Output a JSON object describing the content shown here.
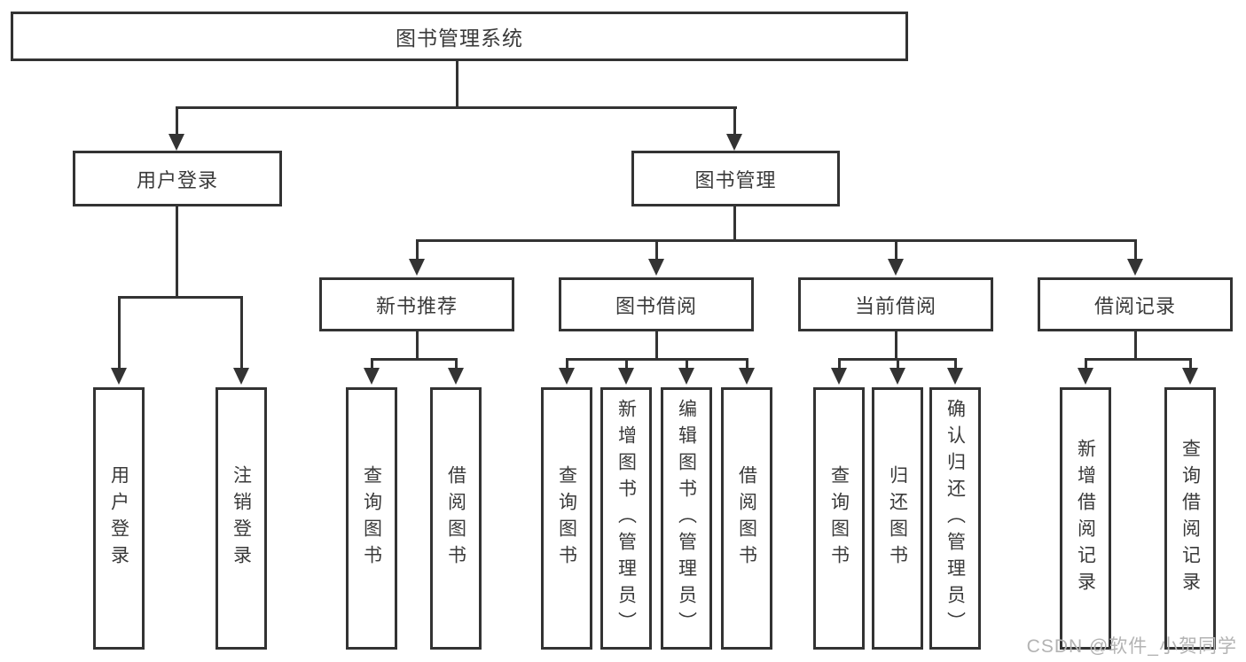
{
  "nodes": {
    "root": "图书管理系统",
    "user_login": "用户登录",
    "book_mgmt": "图书管理",
    "new_book_rec": "新书推荐",
    "book_borrow": "图书借阅",
    "current_borrow": "当前借阅",
    "borrow_record": "借阅记录",
    "leaf_user_login": "用户登录",
    "leaf_logout": "注销登录",
    "leaf_nb_query": "查询图书",
    "leaf_nb_borrow": "借阅图书",
    "leaf_bb_query": "查询图书",
    "leaf_bb_add": "新增图书（管理员）",
    "leaf_bb_edit": "编辑图书（管理员）",
    "leaf_bb_borrow": "借阅图书",
    "leaf_cb_query": "查询图书",
    "leaf_cb_return": "归还图书",
    "leaf_cb_confirm": "确认归还（管理员）",
    "leaf_br_add": "新增借阅记录",
    "leaf_br_query": "查询借阅记录"
  },
  "watermark": "CSDN @软件_小贺同学",
  "colors": {
    "line": "#333333",
    "box_border": "#333333",
    "text": "#3a3a3a",
    "watermark": "#b3b3b3",
    "background": "#ffffff"
  }
}
